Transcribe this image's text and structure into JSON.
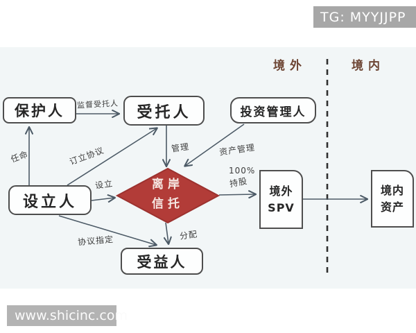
{
  "badge": {
    "text": "TG: MYYJJPP"
  },
  "watermark": {
    "text": "www.shicinc.com"
  },
  "regions": {
    "offshore": "境外",
    "onshore": "境内"
  },
  "nodes": {
    "protector": "保护人",
    "trustee": "受托人",
    "investment_manager": "投资管理人",
    "settlor": "设立人",
    "beneficiary": "受益人",
    "offshore_trust": {
      "line1": "离岸",
      "line2": "信托"
    },
    "offshore_spv": {
      "line1": "境外",
      "line2": "SPV"
    },
    "onshore_assets": {
      "line1": "境内",
      "line2": "资产"
    }
  },
  "edges": {
    "supervise_trustee": "监督受托人",
    "appoint": "任命",
    "make_agreement": "订立协议",
    "manage": "管理",
    "asset_management": "资产管理",
    "establish": "设立",
    "shareholding_pct": "100%",
    "shareholding": "持股",
    "distribute": "分配",
    "agreement_designate": "协议指定"
  },
  "colors": {
    "diamond_fill": "#b23c38",
    "diamond_border": "#9c322f",
    "line": "#4c5a66",
    "region_label": "#6d4534",
    "panel_bg": "#f2f6f7",
    "badge_bg": "#a7a7a7"
  }
}
